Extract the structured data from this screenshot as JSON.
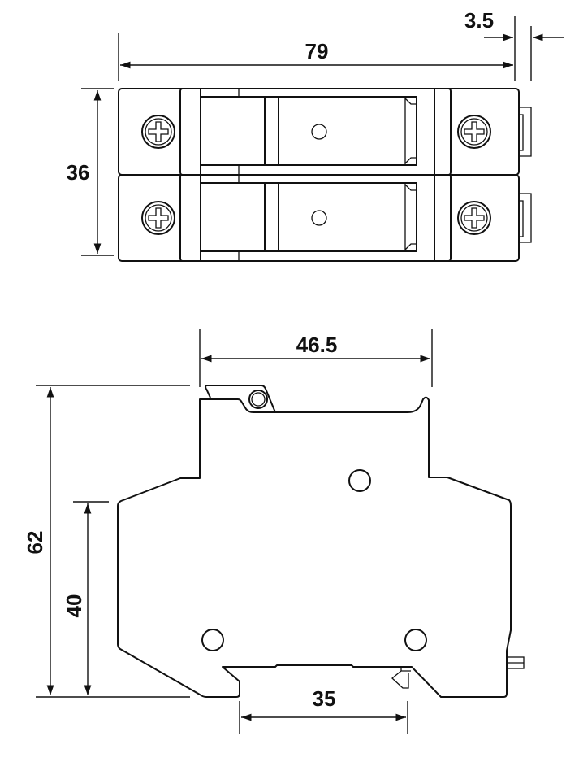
{
  "dimensions": {
    "total_length": "79",
    "protrusion": "3.5",
    "height_top_view": "36",
    "body_width": "46.5",
    "overall_height": "62",
    "lower_height": "40",
    "rail_width": "35"
  },
  "colors": {
    "line": "#111111",
    "background": "#ffffff"
  }
}
